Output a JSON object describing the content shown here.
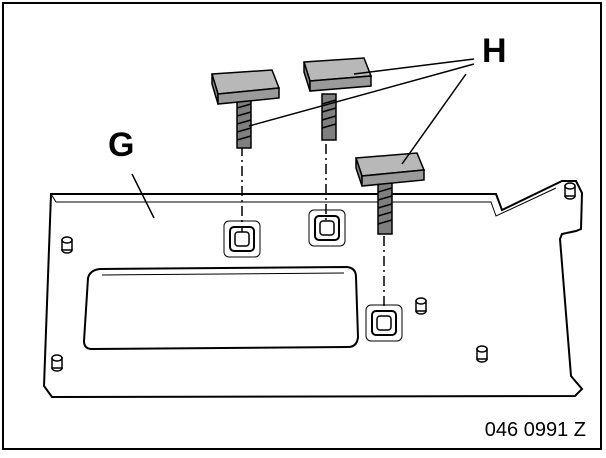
{
  "labels": {
    "plate": "G",
    "bolts": "H"
  },
  "figure_code": "046 0991 Z",
  "colors": {
    "line": "#000000",
    "bolt_head": "#9a9a9a",
    "bolt_head_top": "#b8b8b8",
    "bolt_thread": "#7f7f7f",
    "background": "#ffffff"
  },
  "parts": {
    "plate_icon": "mounting-plate",
    "bolt_icon": "t-head-bolt",
    "bolt_count": 3
  }
}
